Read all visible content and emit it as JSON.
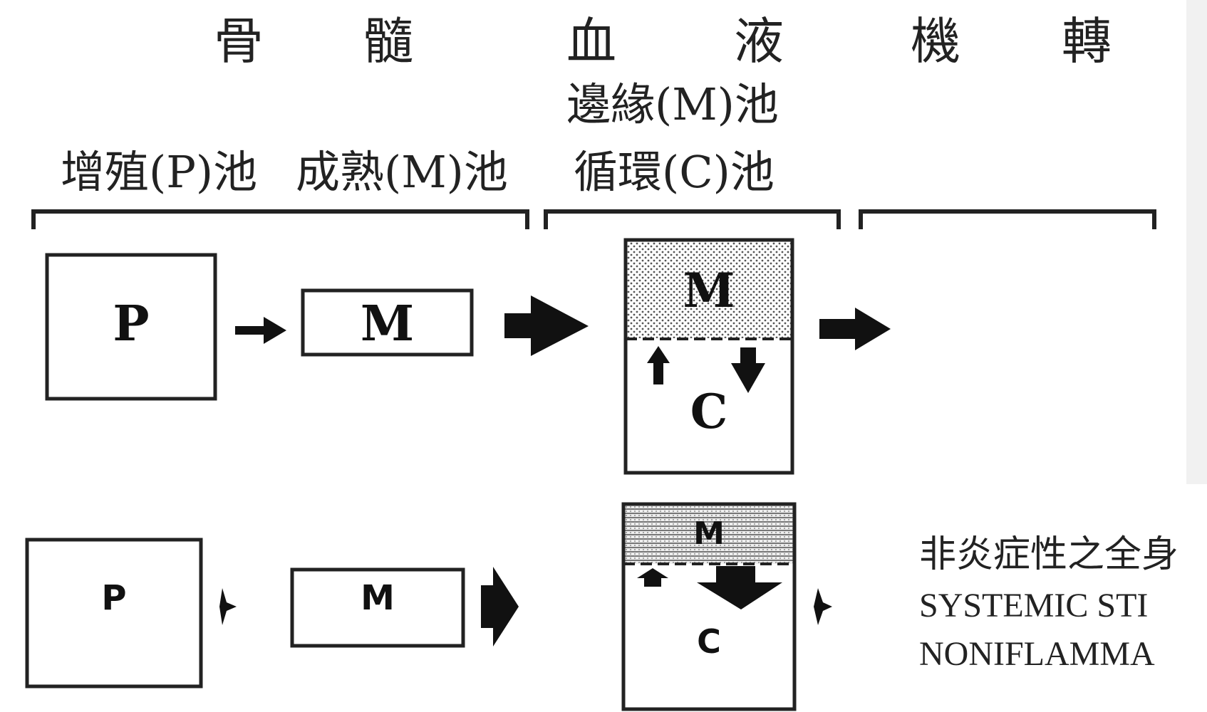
{
  "headers": {
    "bone_1": "骨",
    "bone_2": "髓",
    "blood_1": "血",
    "blood_2": "液",
    "tissue_1": "機",
    "tissue_2": "轉"
  },
  "pools": {
    "marginal": "邊緣(M)池",
    "proliferating": "增殖(P)池",
    "maturation": "成熟(M)池",
    "circulating": "循環(C)池"
  },
  "row1": {
    "p_label": "P",
    "m_label": "M",
    "blood_m_label": "M",
    "blood_c_label": "C"
  },
  "row2": {
    "p_label": "P",
    "m_label": "M",
    "blood_m_label": "M",
    "blood_c_label": "C"
  },
  "caption": {
    "line1": "非炎症性之全身",
    "line2": "SYSTEMIC STI",
    "line3": "NONIFLAMMA"
  }
}
